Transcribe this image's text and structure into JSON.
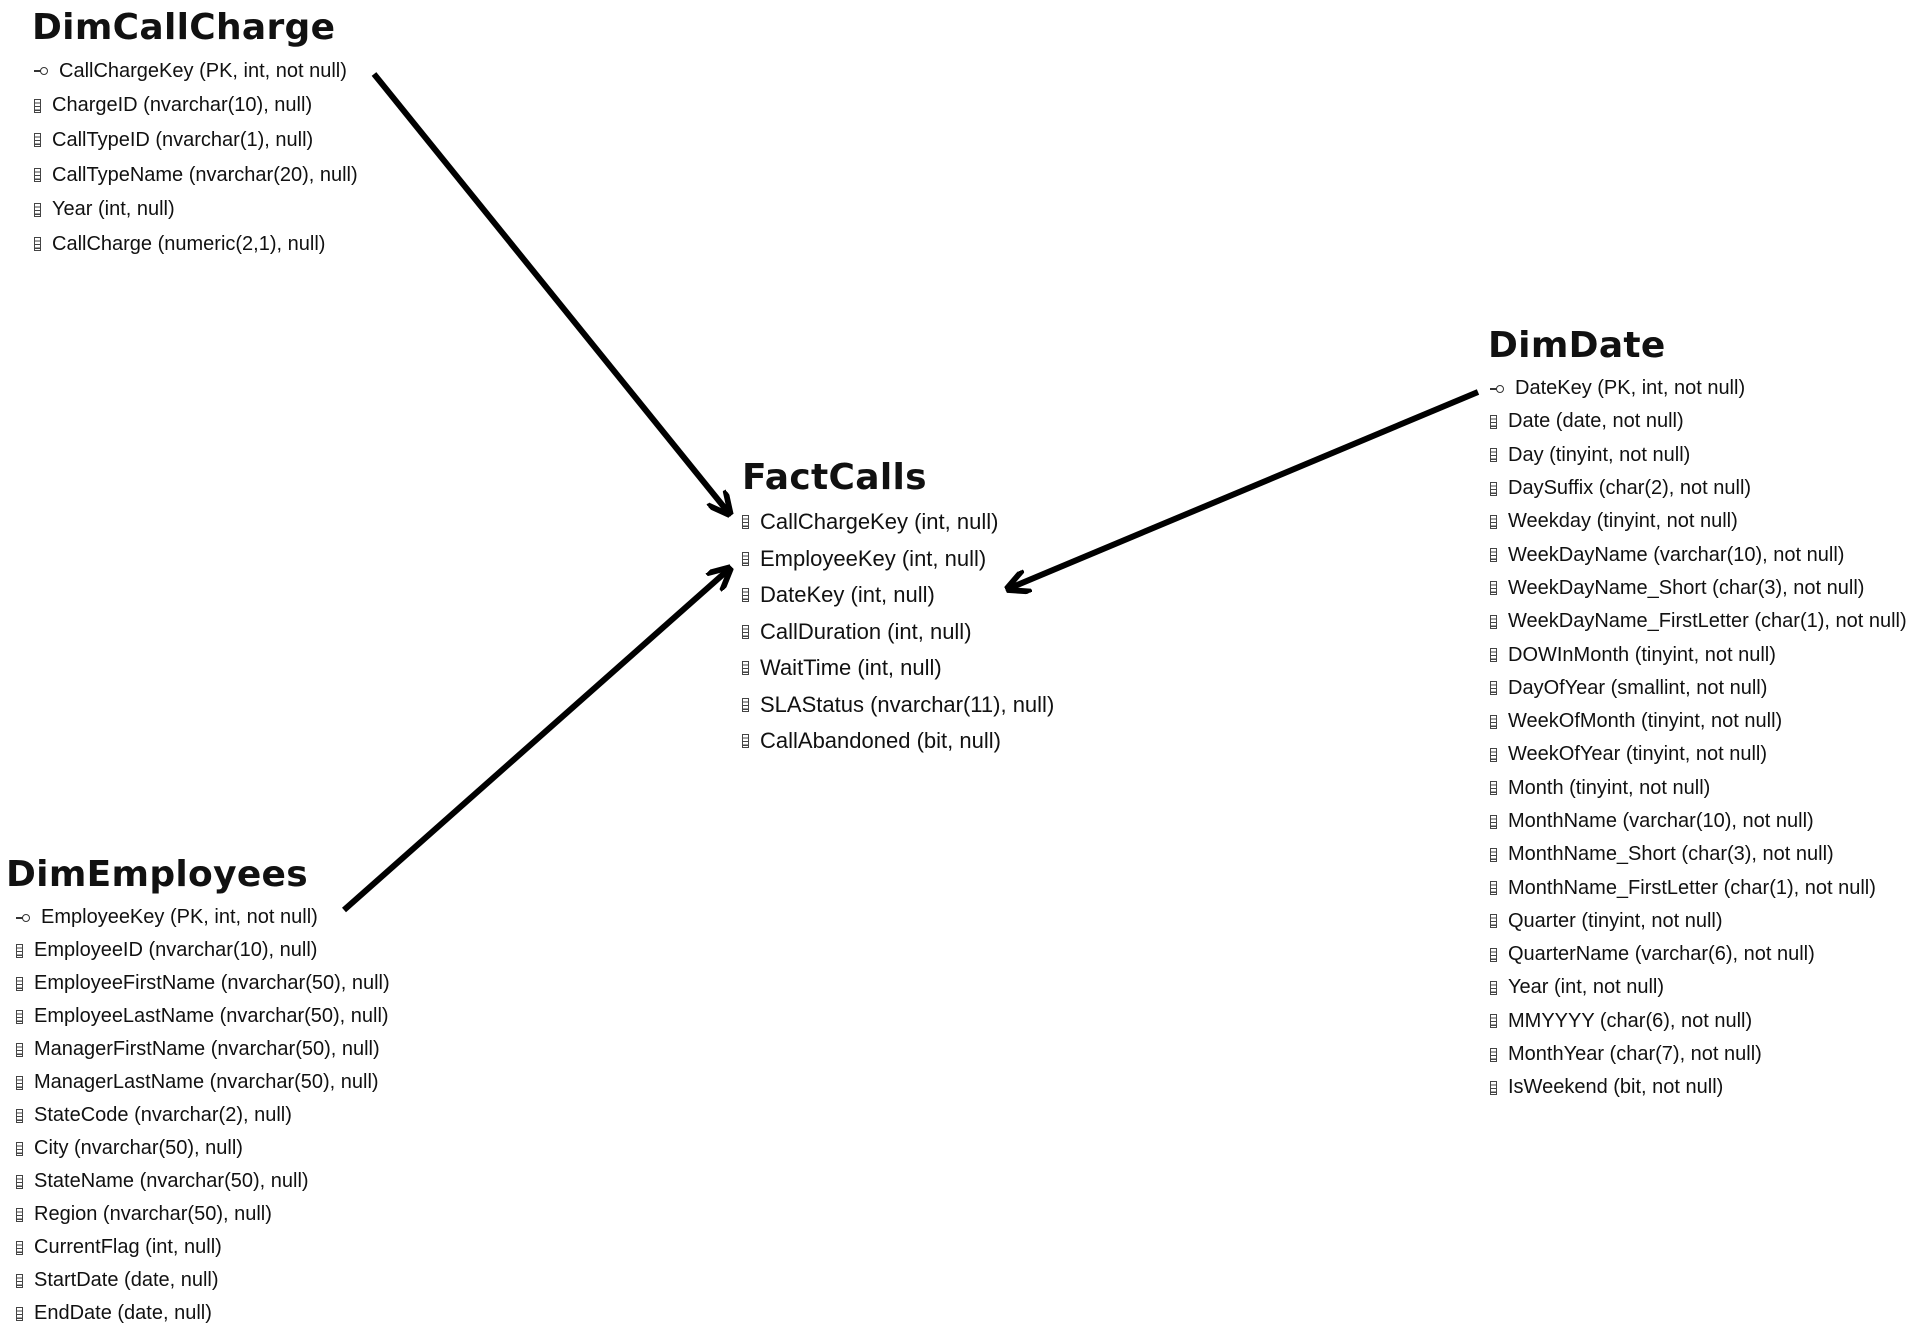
{
  "tables": {
    "callcharge": {
      "name": "DimCallCharge",
      "columns": [
        {
          "text": "CallChargeKey (PK, int, not null)",
          "icon": "key-icon"
        },
        {
          "text": "ChargeID (nvarchar(10), null)",
          "icon": "column-icon"
        },
        {
          "text": "CallTypeID (nvarchar(1), null)",
          "icon": "column-icon"
        },
        {
          "text": "CallTypeName (nvarchar(20), null)",
          "icon": "column-icon"
        },
        {
          "text": "Year (int, null)",
          "icon": "column-icon"
        },
        {
          "text": "CallCharge (numeric(2,1), null)",
          "icon": "column-icon"
        }
      ]
    },
    "factcalls": {
      "name": "FactCalls",
      "columns": [
        {
          "text": "CallChargeKey (int, null)",
          "icon": "column-icon"
        },
        {
          "text": "EmployeeKey (int, null)",
          "icon": "column-icon"
        },
        {
          "text": "DateKey (int, null)",
          "icon": "column-icon"
        },
        {
          "text": "CallDuration (int, null)",
          "icon": "column-icon"
        },
        {
          "text": "WaitTime (int, null)",
          "icon": "column-icon"
        },
        {
          "text": "SLAStatus (nvarchar(11), null)",
          "icon": "column-icon"
        },
        {
          "text": "CallAbandoned (bit, null)",
          "icon": "column-icon"
        }
      ]
    },
    "date": {
      "name": "DimDate",
      "columns": [
        {
          "text": "DateKey (PK, int, not null)",
          "icon": "key-icon"
        },
        {
          "text": "Date (date, not null)",
          "icon": "column-icon"
        },
        {
          "text": "Day (tinyint, not null)",
          "icon": "column-icon"
        },
        {
          "text": "DaySuffix (char(2), not null)",
          "icon": "column-icon"
        },
        {
          "text": "Weekday (tinyint, not null)",
          "icon": "column-icon"
        },
        {
          "text": "WeekDayName (varchar(10), not null)",
          "icon": "column-icon"
        },
        {
          "text": "WeekDayName_Short (char(3), not null)",
          "icon": "column-icon"
        },
        {
          "text": "WeekDayName_FirstLetter (char(1), not null)",
          "icon": "column-icon"
        },
        {
          "text": "DOWInMonth (tinyint, not null)",
          "icon": "column-icon"
        },
        {
          "text": "DayOfYear (smallint, not null)",
          "icon": "column-icon"
        },
        {
          "text": "WeekOfMonth (tinyint, not null)",
          "icon": "column-icon"
        },
        {
          "text": "WeekOfYear (tinyint, not null)",
          "icon": "column-icon"
        },
        {
          "text": "Month (tinyint, not null)",
          "icon": "column-icon"
        },
        {
          "text": "MonthName (varchar(10), not null)",
          "icon": "column-icon"
        },
        {
          "text": "MonthName_Short (char(3), not null)",
          "icon": "column-icon"
        },
        {
          "text": "MonthName_FirstLetter (char(1), not null)",
          "icon": "column-icon"
        },
        {
          "text": "Quarter (tinyint, not null)",
          "icon": "column-icon"
        },
        {
          "text": "QuarterName (varchar(6), not null)",
          "icon": "column-icon"
        },
        {
          "text": "Year (int, not null)",
          "icon": "column-icon"
        },
        {
          "text": "MMYYYY (char(6), not null)",
          "icon": "column-icon"
        },
        {
          "text": "MonthYear (char(7), not null)",
          "icon": "column-icon"
        },
        {
          "text": "IsWeekend (bit, not null)",
          "icon": "column-icon"
        }
      ]
    },
    "employees": {
      "name": "DimEmployees",
      "columns": [
        {
          "text": "EmployeeKey (PK, int, not null)",
          "icon": "key-icon"
        },
        {
          "text": "EmployeeID (nvarchar(10), null)",
          "icon": "column-icon"
        },
        {
          "text": "EmployeeFirstName (nvarchar(50), null)",
          "icon": "column-icon"
        },
        {
          "text": "EmployeeLastName (nvarchar(50), null)",
          "icon": "column-icon"
        },
        {
          "text": "ManagerFirstName (nvarchar(50), null)",
          "icon": "column-icon"
        },
        {
          "text": "ManagerLastName (nvarchar(50), null)",
          "icon": "column-icon"
        },
        {
          "text": "StateCode (nvarchar(2), null)",
          "icon": "column-icon"
        },
        {
          "text": "City (nvarchar(50), null)",
          "icon": "column-icon"
        },
        {
          "text": "StateName (nvarchar(50), null)",
          "icon": "column-icon"
        },
        {
          "text": "Region (nvarchar(50), null)",
          "icon": "column-icon"
        },
        {
          "text": "CurrentFlag (int, null)",
          "icon": "column-icon"
        },
        {
          "text": "StartDate (date, null)",
          "icon": "column-icon"
        },
        {
          "text": "EndDate (date, null)",
          "icon": "column-icon"
        }
      ]
    }
  },
  "relationships": [
    {
      "from": "DimCallCharge",
      "to": "FactCalls"
    },
    {
      "from": "DimDate",
      "to": "FactCalls"
    },
    {
      "from": "DimEmployees",
      "to": "FactCalls"
    }
  ],
  "colors": {
    "text": "#111111",
    "arrow": "#000000",
    "icon": "#444444"
  }
}
